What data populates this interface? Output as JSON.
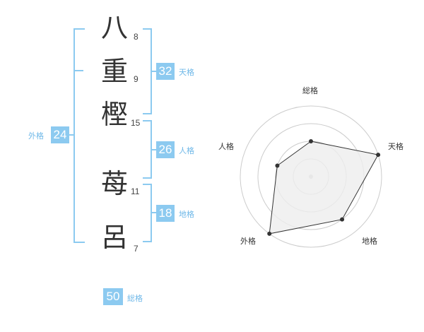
{
  "name": {
    "chars": [
      {
        "char": "八",
        "strokes": "8"
      },
      {
        "char": "重",
        "strokes": "9"
      },
      {
        "char": "樫",
        "strokes": "15"
      },
      {
        "char": "苺",
        "strokes": "11"
      },
      {
        "char": "呂",
        "strokes": "7"
      }
    ]
  },
  "fortunes": {
    "tenkaku": {
      "value": "32",
      "label": "天格"
    },
    "jinkaku": {
      "value": "26",
      "label": "人格"
    },
    "chikaku": {
      "value": "18",
      "label": "地格"
    },
    "gaikaku": {
      "value": "24",
      "label": "外格"
    },
    "soukaku": {
      "value": "50",
      "label": "総格"
    }
  },
  "colors": {
    "accent": "#8ccaf0",
    "label": "#6fb8e8",
    "polygon_fill": "#eeeeee"
  },
  "chart_data": {
    "type": "radar",
    "axes": [
      "総格",
      "天格",
      "地格",
      "外格",
      "人格"
    ],
    "rings": 4,
    "max": 4,
    "values": [
      2,
      4,
      3,
      4,
      2
    ]
  }
}
